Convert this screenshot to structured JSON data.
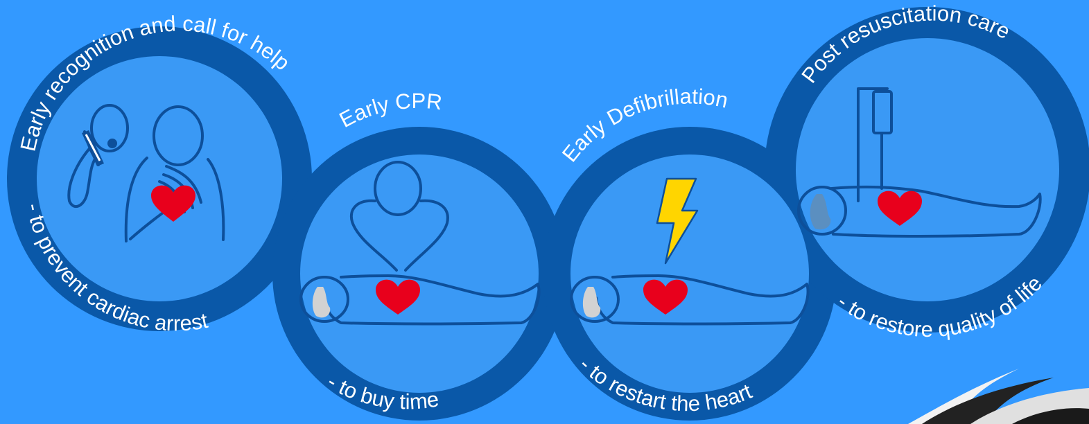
{
  "colors": {
    "background": "#3399ff",
    "ring": "#0a58a8",
    "inner": "#3a99f5",
    "line": "#0d4f9a",
    "heart": "#e8001c",
    "bolt": "#ffd500",
    "head": "#d2d2d2",
    "text": "#ffffff"
  },
  "links": [
    {
      "title": "Early recognition and call for help",
      "subtitle": "- to prevent cardiac arrest",
      "icon": "phone-call-icon"
    },
    {
      "title": "Early CPR",
      "subtitle": "- to buy time",
      "icon": "cpr-icon"
    },
    {
      "title": "Early Defibrillation",
      "subtitle": "- to restart the heart",
      "icon": "defibrillation-icon"
    },
    {
      "title": "Post resuscitation care",
      "subtitle": "- to restore quality of life",
      "icon": "iv-drip-icon"
    }
  ]
}
